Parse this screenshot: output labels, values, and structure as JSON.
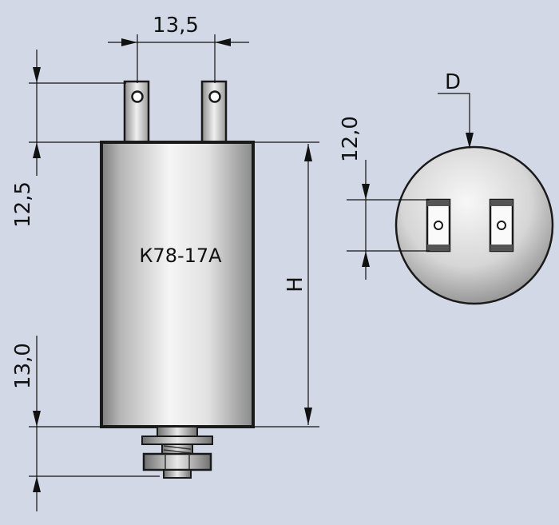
{
  "diagram": {
    "product_label": "К78-17А",
    "dimensions": {
      "terminal_spacing": "13,5",
      "terminal_height": "12,5",
      "stud_height": "13,0",
      "body_height": "H",
      "diameter": "D",
      "end_view_offset": "12,0"
    }
  },
  "colors": {
    "background": "#d3d8e6",
    "body_light": "#f4f4f4",
    "body_dark": "#8c8c8c",
    "outline": "#1a1a1a"
  }
}
